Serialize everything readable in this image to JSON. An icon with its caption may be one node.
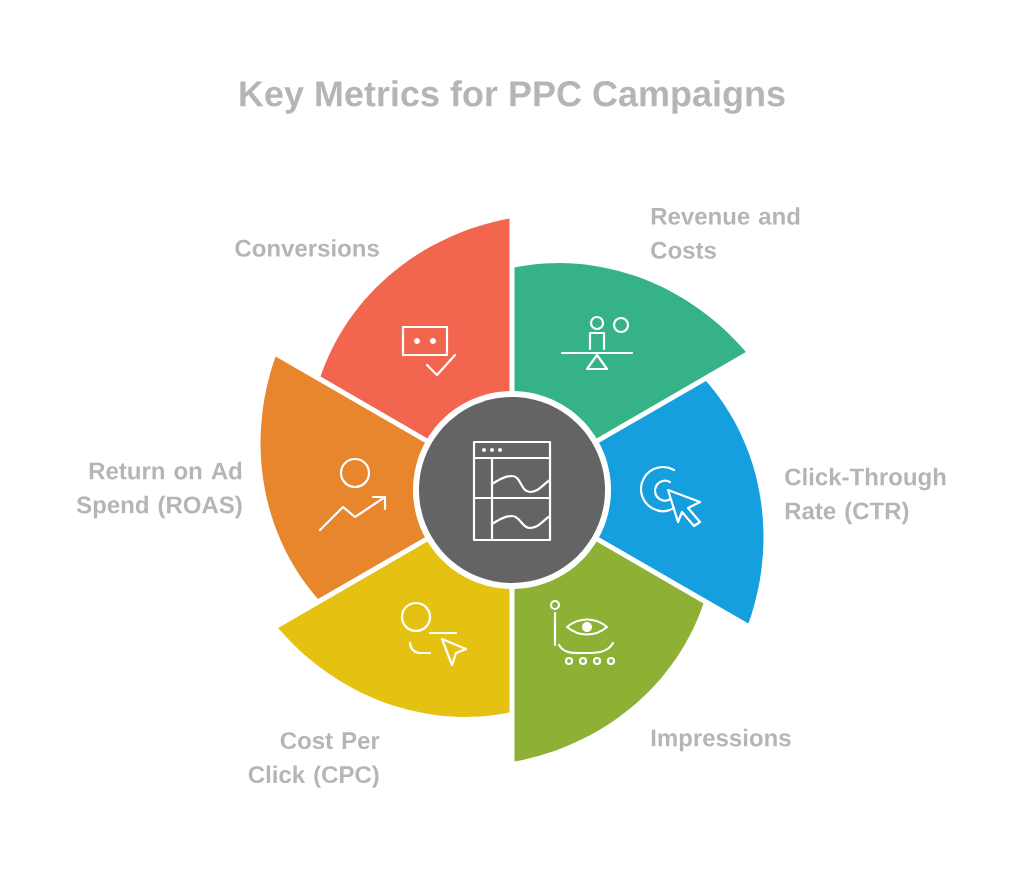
{
  "diagram": {
    "title": "Key Metrics for PPC Campaigns",
    "nodes": [
      {
        "text": [
          "Conversions"
        ]
      },
      {
        "text": [
          "Revenue and Costs"
        ]
      },
      {
        "text": [
          "Return on Ad Spend (ROAS)"
        ]
      },
      {
        "text": [
          "Click-Through Rate (CTR)"
        ]
      },
      {
        "text": [
          "Cost Per Click (CPC)"
        ]
      },
      {
        "text": [
          "Impressions"
        ]
      },
      {
        "text": [],
        "shape": "circle"
      }
    ]
  }
}
